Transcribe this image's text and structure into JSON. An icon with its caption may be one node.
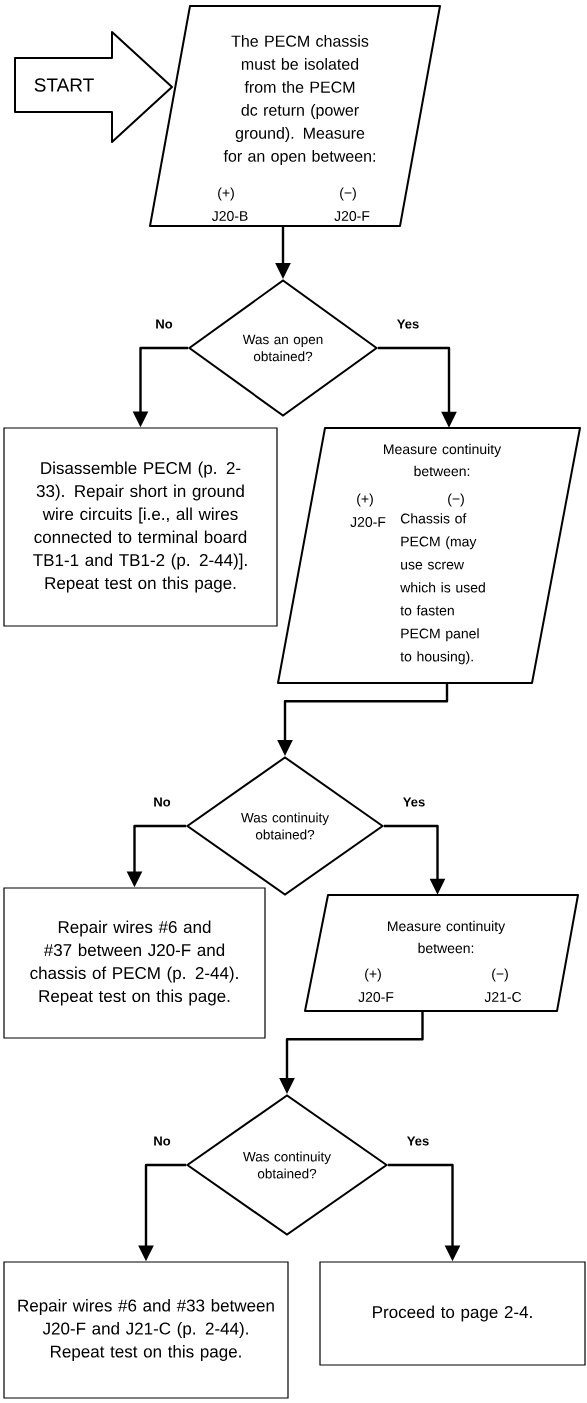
{
  "diagram": {
    "nodes": [
      {
        "text": [
          "START"
        ]
      },
      {
        "text": [
          "The PECM chassis must be isolated from the PECM dc return (power ground). Measure for an open between:",
          "(+)",
          "J20-B",
          "(−)",
          "J20-F"
        ]
      },
      {
        "text": [
          "Was an open obtained?"
        ]
      },
      {
        "text": [
          "Disassemble PECM (p. 2-33). Repair short in ground wire circuits [i.e., all wires connected to terminal board TB1-1 and TB1-2 (p. 2-44)]. Repeat test on this page."
        ]
      },
      {
        "text": [
          "Measure continuity between:",
          "(+)",
          "J20-F",
          "(−)",
          "Chassis of PECM (may use screw which is used to fasten PECM panel to housing)."
        ]
      },
      {
        "text": [
          "Was continuity obtained?"
        ]
      },
      {
        "text": [
          "Repair wires #6 and #37 between J20-F and chassis of PECM (p. 2-44). Repeat test on this page."
        ]
      },
      {
        "text": [
          "Measure continuity between:",
          "(+)",
          "J20-F",
          "(−)",
          "J21-C"
        ]
      },
      {
        "text": [
          "Was continuity obtained?"
        ]
      },
      {
        "text": [
          "Repair wires #6 and #33 between J20-F and J21-C (p. 2-44). Repeat test on this page."
        ]
      },
      {
        "text": [
          "Proceed to page 2-4."
        ]
      }
    ],
    "edges": [
      {
        "from": 1,
        "to": 2,
        "arrow": "to"
      },
      {
        "from": 2,
        "to": 3,
        "arrow": "to",
        "label": "No"
      },
      {
        "from": 2,
        "to": 4,
        "arrow": "to",
        "label": "Yes"
      },
      {
        "from": 4,
        "to": 5,
        "arrow": "to"
      },
      {
        "from": 5,
        "to": 6,
        "arrow": "to",
        "label": "No"
      },
      {
        "from": 5,
        "to": 7,
        "arrow": "to",
        "label": "Yes"
      },
      {
        "from": 7,
        "to": 8,
        "arrow": "to"
      },
      {
        "from": 8,
        "to": 9,
        "arrow": "to",
        "label": "No"
      },
      {
        "from": 8,
        "to": 10,
        "arrow": "to",
        "label": "Yes"
      }
    ]
  }
}
